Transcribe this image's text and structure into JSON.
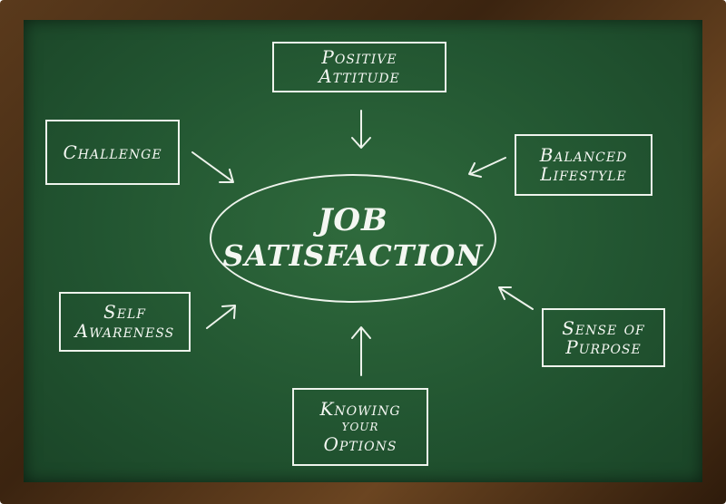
{
  "center": {
    "line1": "JOB",
    "line2": "SATISFACTION"
  },
  "nodes": {
    "positive_attitude": [
      "Positive",
      "Attitude"
    ],
    "challenge": [
      "Challenge"
    ],
    "balanced_lifestyle": [
      "Balanced",
      "Lifestyle"
    ],
    "self_awareness": [
      "Self",
      "Awareness"
    ],
    "sense_of_purpose": [
      "Sense of",
      "Purpose"
    ],
    "knowing_your_options": [
      "Knowing",
      "your",
      "Options"
    ]
  },
  "colors": {
    "board": "#225531",
    "chalk": "#f4f7f2",
    "frame": "#4a2e14"
  }
}
